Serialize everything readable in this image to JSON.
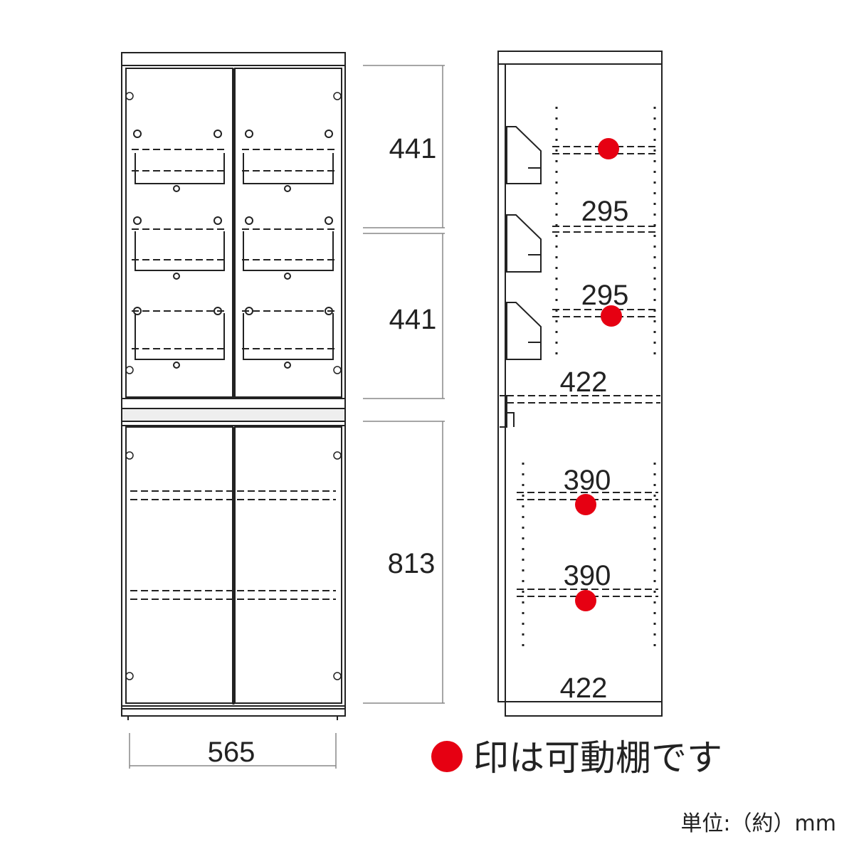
{
  "colors": {
    "line": "#222222",
    "dim_line": "#888888",
    "movable_marker": "#e60012"
  },
  "front_view": {
    "upper_height_top": "441",
    "upper_height_bottom": "441",
    "lower_height": "813",
    "width": "565"
  },
  "side_view": {
    "shelf_spacing_1": "295",
    "shelf_spacing_2": "295",
    "upper_depth": "422",
    "lower_shelf_spacing_1": "390",
    "lower_shelf_spacing_2": "390",
    "lower_depth": "422",
    "movable_shelf_markers": 4
  },
  "legend": {
    "marker_icon": "red-dot-icon",
    "text": "印は可動棚です"
  },
  "unit": "単位:（約）mm"
}
